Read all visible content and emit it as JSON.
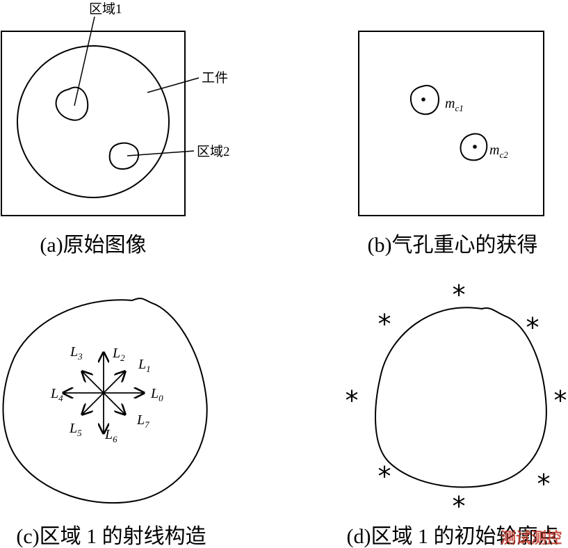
{
  "captions": {
    "a": "(a)原始图像",
    "b": "(b)气孔重心的获得",
    "c": "(c)区域 1 的射线构造",
    "d": "(d)区域 1 的初始轮廓点"
  },
  "panel_a": {
    "label_region1": "区域1",
    "label_workpiece": "工件",
    "label_region2": "区域2"
  },
  "panel_b": {
    "centroid1": {
      "base": "m",
      "sub": "c1"
    },
    "centroid2": {
      "base": "m",
      "sub": "c2"
    }
  },
  "panel_c": {
    "rays": [
      {
        "base": "L",
        "sub": "0"
      },
      {
        "base": "L",
        "sub": "1"
      },
      {
        "base": "L",
        "sub": "2"
      },
      {
        "base": "L",
        "sub": "3"
      },
      {
        "base": "L",
        "sub": "4"
      },
      {
        "base": "L",
        "sub": "5"
      },
      {
        "base": "L",
        "sub": "6"
      },
      {
        "base": "L",
        "sub": "7"
      }
    ]
  },
  "panel_d": {
    "marker_glyph": "*",
    "marker_count": 8
  },
  "watermark": "测试测控"
}
